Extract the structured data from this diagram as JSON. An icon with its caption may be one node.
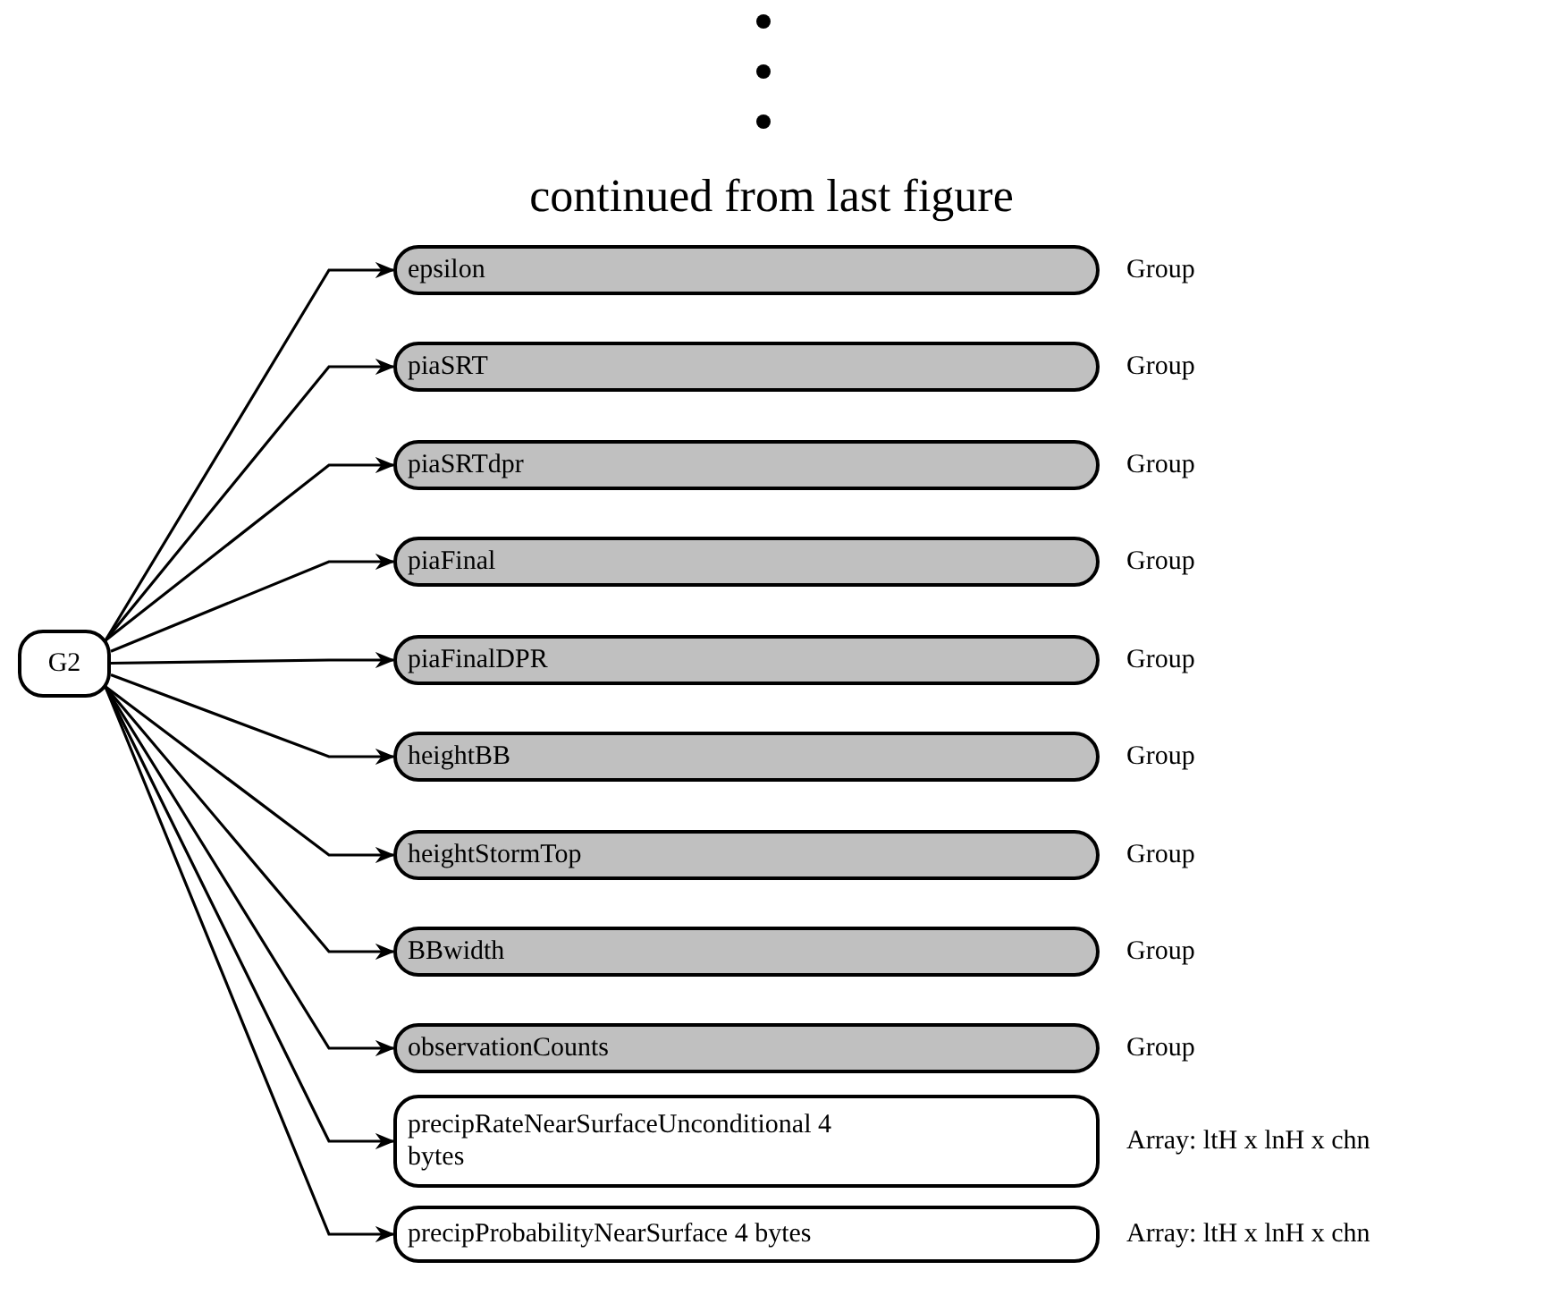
{
  "diagram": {
    "nodes": [
      {
        "text": [
          "G2"
        ]
      },
      {
        "text": [
          "epsilon"
        ],
        "beside": [
          "Group"
        ]
      },
      {
        "text": [
          "piaSRT"
        ],
        "beside": [
          "Group"
        ]
      },
      {
        "text": [
          "piaSRTdpr"
        ],
        "beside": [
          "Group"
        ]
      },
      {
        "text": [
          "piaFinal"
        ],
        "beside": [
          "Group"
        ]
      },
      {
        "text": [
          "piaFinalDPR"
        ],
        "beside": [
          "Group"
        ]
      },
      {
        "text": [
          "heightBB"
        ],
        "beside": [
          "Group"
        ]
      },
      {
        "text": [
          "heightStormTop"
        ],
        "beside": [
          "Group"
        ]
      },
      {
        "text": [
          "BBwidth"
        ],
        "beside": [
          "Group"
        ]
      },
      {
        "text": [
          "observationCounts"
        ],
        "beside": [
          "Group"
        ]
      },
      {
        "text": [
          "precipRateNearSurfaceUnconditional 4 bytes"
        ],
        "beside": [
          "Array: ltH x lnH x chn"
        ]
      },
      {
        "text": [
          "precipProbabilityNearSurface 4 bytes"
        ],
        "beside": [
          "Array: ltH x lnH x chn"
        ]
      }
    ],
    "edges": [
      {
        "from": 0,
        "to": 1,
        "arrow": "to"
      },
      {
        "from": 0,
        "to": 2,
        "arrow": "to"
      },
      {
        "from": 0,
        "to": 3,
        "arrow": "to"
      },
      {
        "from": 0,
        "to": 4,
        "arrow": "to"
      },
      {
        "from": 0,
        "to": 5,
        "arrow": "to"
      },
      {
        "from": 0,
        "to": 6,
        "arrow": "to"
      },
      {
        "from": 0,
        "to": 7,
        "arrow": "to"
      },
      {
        "from": 0,
        "to": 8,
        "arrow": "to"
      },
      {
        "from": 0,
        "to": 9,
        "arrow": "to"
      },
      {
        "from": 0,
        "to": 10,
        "arrow": "to"
      },
      {
        "from": 0,
        "to": 11,
        "arrow": "to"
      }
    ],
    "labels": [
      "continued from last figure"
    ]
  }
}
